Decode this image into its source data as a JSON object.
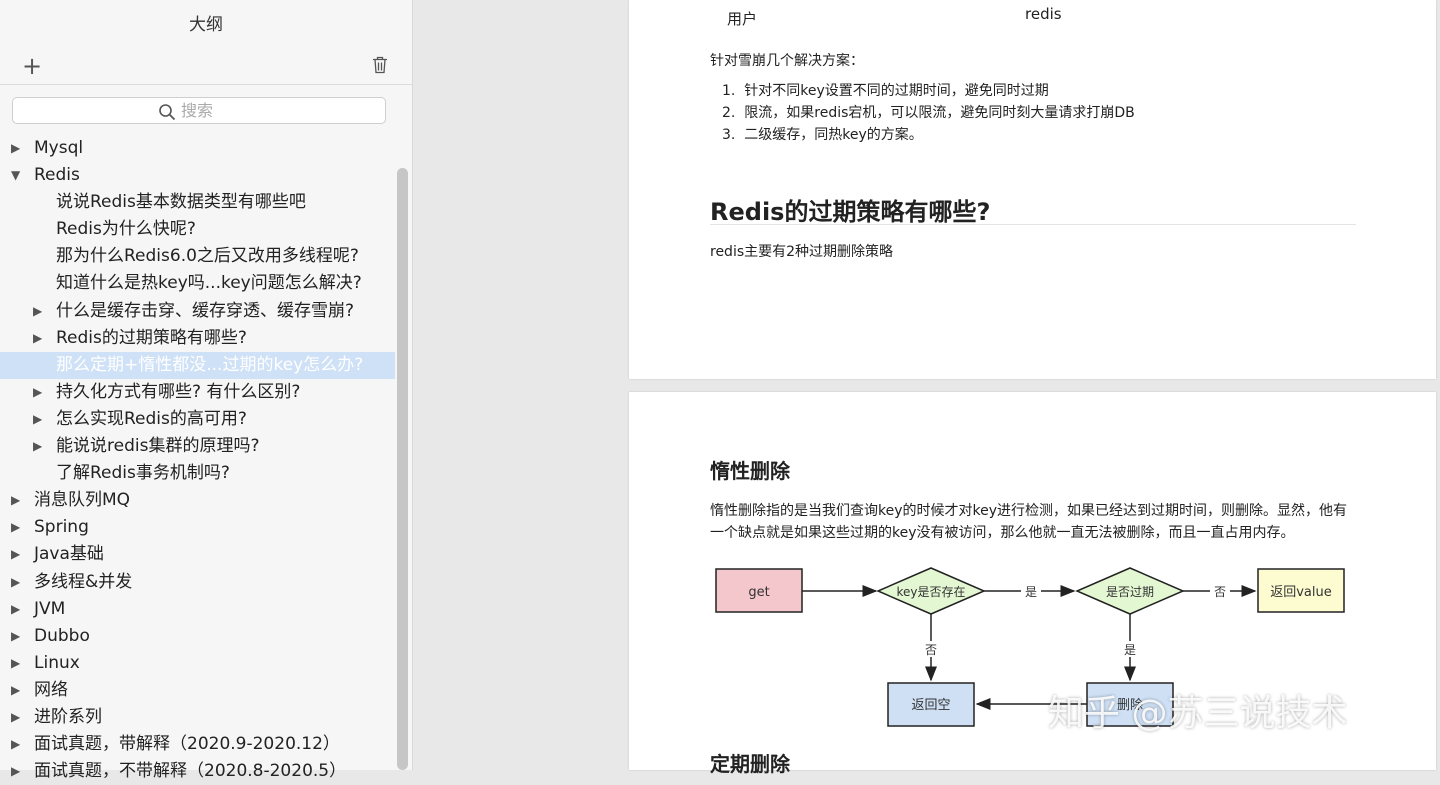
{
  "sidebar": {
    "title": "大纲",
    "add_label": "+",
    "search_placeholder": "搜索",
    "tree": [
      {
        "label": "Mysql",
        "level": 0,
        "expander": "closed"
      },
      {
        "label": "Redis",
        "level": 0,
        "expander": "open"
      },
      {
        "label": "说说Redis基本数据类型有哪些吧",
        "level": 1,
        "expander": "none"
      },
      {
        "label": "Redis为什么快呢?",
        "level": 1,
        "expander": "none"
      },
      {
        "label": "那为什么Redis6.0之后又改用多线程呢?",
        "level": 1,
        "expander": "none"
      },
      {
        "label": "知道什么是热key吗...key问题怎么解决?",
        "level": 1,
        "expander": "none"
      },
      {
        "label": "什么是缓存击穿、缓存穿透、缓存雪崩?",
        "level": 1,
        "expander": "closed"
      },
      {
        "label": "Redis的过期策略有哪些?",
        "level": 1,
        "expander": "closed"
      },
      {
        "label": "那么定期+惰性都没...过期的key怎么办?",
        "level": 1,
        "expander": "none",
        "selected": true
      },
      {
        "label": "持久化方式有哪些? 有什么区别?",
        "level": 1,
        "expander": "closed"
      },
      {
        "label": "怎么实现Redis的高可用?",
        "level": 1,
        "expander": "closed"
      },
      {
        "label": "能说说redis集群的原理吗?",
        "level": 1,
        "expander": "closed"
      },
      {
        "label": "了解Redis事务机制吗?",
        "level": 1,
        "expander": "none"
      },
      {
        "label": "消息队列MQ",
        "level": 0,
        "expander": "closed"
      },
      {
        "label": "Spring",
        "level": 0,
        "expander": "closed"
      },
      {
        "label": "Java基础",
        "level": 0,
        "expander": "closed"
      },
      {
        "label": "多线程&并发",
        "level": 0,
        "expander": "closed"
      },
      {
        "label": "JVM",
        "level": 0,
        "expander": "closed"
      },
      {
        "label": "Dubbo",
        "level": 0,
        "expander": "closed"
      },
      {
        "label": "Linux",
        "level": 0,
        "expander": "closed"
      },
      {
        "label": "网络",
        "level": 0,
        "expander": "closed"
      },
      {
        "label": "进阶系列",
        "level": 0,
        "expander": "closed"
      },
      {
        "label": "面试真题，带解释（2020.9-2020.12）",
        "level": 0,
        "expander": "closed"
      },
      {
        "label": "面试真题，不带解释（2020.8-2020.5）",
        "level": 0,
        "expander": "closed"
      }
    ]
  },
  "page1": {
    "diagram_user": "用户",
    "diagram_redis": "redis",
    "intro": "针对雪崩几个解决方案：",
    "list": [
      "针对不同key设置不同的过期时间，避免同时过期",
      "限流，如果redis宕机，可以限流，避免同时刻大量请求打崩DB",
      "二级缓存，同热key的方案。"
    ],
    "heading": "Redis的过期策略有哪些?",
    "body": "redis主要有2种过期删除策略"
  },
  "page2": {
    "heading": "惰性删除",
    "para_line1": "惰性删除指的是当我们查询key的时候才对key进行检测，如果已经达到过期时间，则删除。显然，他有",
    "para_line2": "一个缺点就是如果这些过期的key没有被访问，那么他就一直无法被删除，而且一直占用内存。",
    "flow": {
      "get": "get",
      "exists": "key是否存在",
      "yes1": "是",
      "expired": "是否过期",
      "no1": "否",
      "return_value": "返回value",
      "no2": "否",
      "yes2": "是",
      "return_empty": "返回空",
      "delete": "删除"
    },
    "next_heading": "定期删除"
  },
  "watermark": "知乎 @苏三说技术",
  "colors": {
    "selection": "#cfe1f6",
    "get_box": "#f4c7cc",
    "diamond": "#e4f7d3",
    "value_box": "#fdfbd0",
    "blue_box": "#cfe0f5"
  }
}
